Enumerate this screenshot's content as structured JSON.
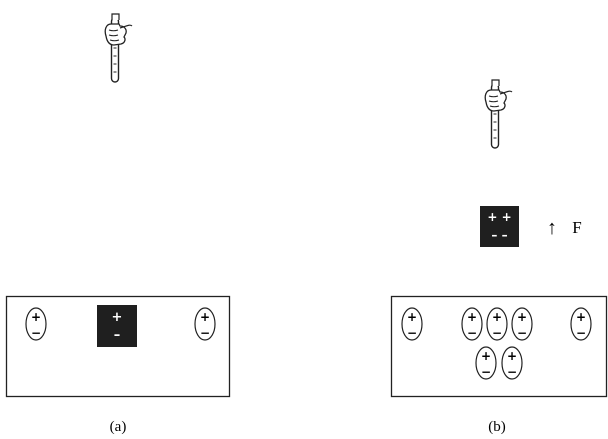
{
  "panels": [
    {
      "caption": "(a)",
      "charges": [
        {
          "plus": "+",
          "minus": "−"
        },
        {
          "plus": "+",
          "minus": "−"
        }
      ],
      "block": {
        "plus": "+",
        "minus": "–"
      }
    },
    {
      "caption": "(b)",
      "charges": [
        {
          "plus": "+",
          "minus": "−"
        },
        {
          "plus": "+",
          "minus": "−"
        },
        {
          "plus": "+",
          "minus": "−"
        },
        {
          "plus": "+",
          "minus": "−"
        },
        {
          "plus": "+",
          "minus": "−"
        },
        {
          "plus": "+",
          "minus": "−"
        },
        {
          "plus": "+",
          "minus": "−"
        }
      ],
      "block": {
        "plus": "+ +",
        "minus": "– –"
      },
      "force_arrow": "↑",
      "force_label": "F"
    }
  ]
}
